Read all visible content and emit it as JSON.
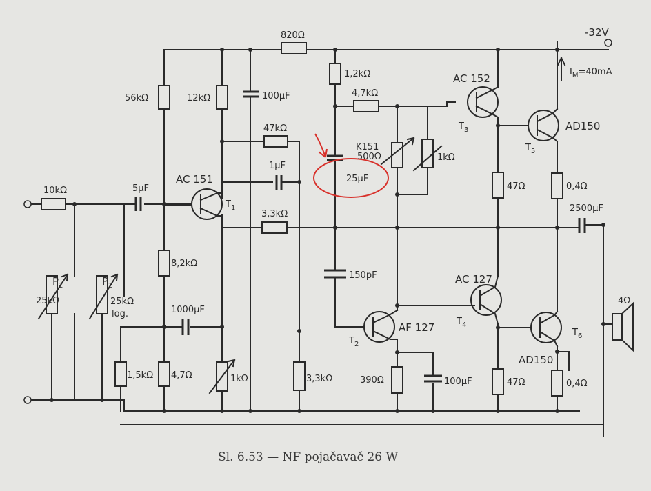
{
  "supply": {
    "voltage": "-32V",
    "current_label": "I",
    "current_sub": "M",
    "current_value": "=40mA"
  },
  "transistors": {
    "t1": {
      "type": "AC 151",
      "ref": "T",
      "sub": "1"
    },
    "t2": {
      "type": "AF 127",
      "ref": "T",
      "sub": "2"
    },
    "t3": {
      "type": "AC 152",
      "ref": "T",
      "sub": "3"
    },
    "t4": {
      "type": "AC 127",
      "ref": "T",
      "sub": "4"
    },
    "t5": {
      "type": "AD150",
      "ref": "T",
      "sub": "5"
    },
    "t6": {
      "type": "AD150",
      "ref": "T",
      "sub": "6"
    }
  },
  "resistors": {
    "r_820": "820Ω",
    "r_56k": "56kΩ",
    "r_12k": "12kΩ",
    "r_1k2": "1,2kΩ",
    "r_4k7": "4,7kΩ",
    "r_47k": "47kΩ",
    "r_10k": "10kΩ",
    "r_3k3": "3,3kΩ",
    "r_8k2": "8,2kΩ",
    "r_1k5": "1,5kΩ",
    "r_4r7": "4,7Ω",
    "r_1k_trim": "1kΩ",
    "r_3k3_bot": "3,3kΩ",
    "r_390": "390Ω",
    "r_47_top": "47Ω",
    "r_47_bot": "47Ω",
    "r_0r4_top": "0,4Ω",
    "r_0r4_bot": "0,4Ω",
    "r_1k_pot": "1kΩ",
    "k151_name": "K151",
    "k151_value": "500Ω"
  },
  "capacitors": {
    "c_100u_top": "100μF",
    "c_5u": "5μF",
    "c_1u": "1μF",
    "c_25u": "25μF",
    "c_150p": "150pF",
    "c_1000u": "1000μF",
    "c_100u_bot": "100μF",
    "c_2500u": "2500μF"
  },
  "potentiometers": {
    "p1_ref": "P",
    "p1_sub": "1",
    "p1_value": "25kΩ",
    "p2_ref": "P",
    "p2_sub": "2",
    "p2_value": "25kΩ",
    "p2_taper": "log."
  },
  "speaker": {
    "impedance": "4Ω"
  },
  "caption": "Sl. 6.53 — NF pojačavač 26 W",
  "colors": {
    "ink": "#2a2a2a",
    "paper": "#e6e6e3",
    "annotation": "#d8302a"
  }
}
